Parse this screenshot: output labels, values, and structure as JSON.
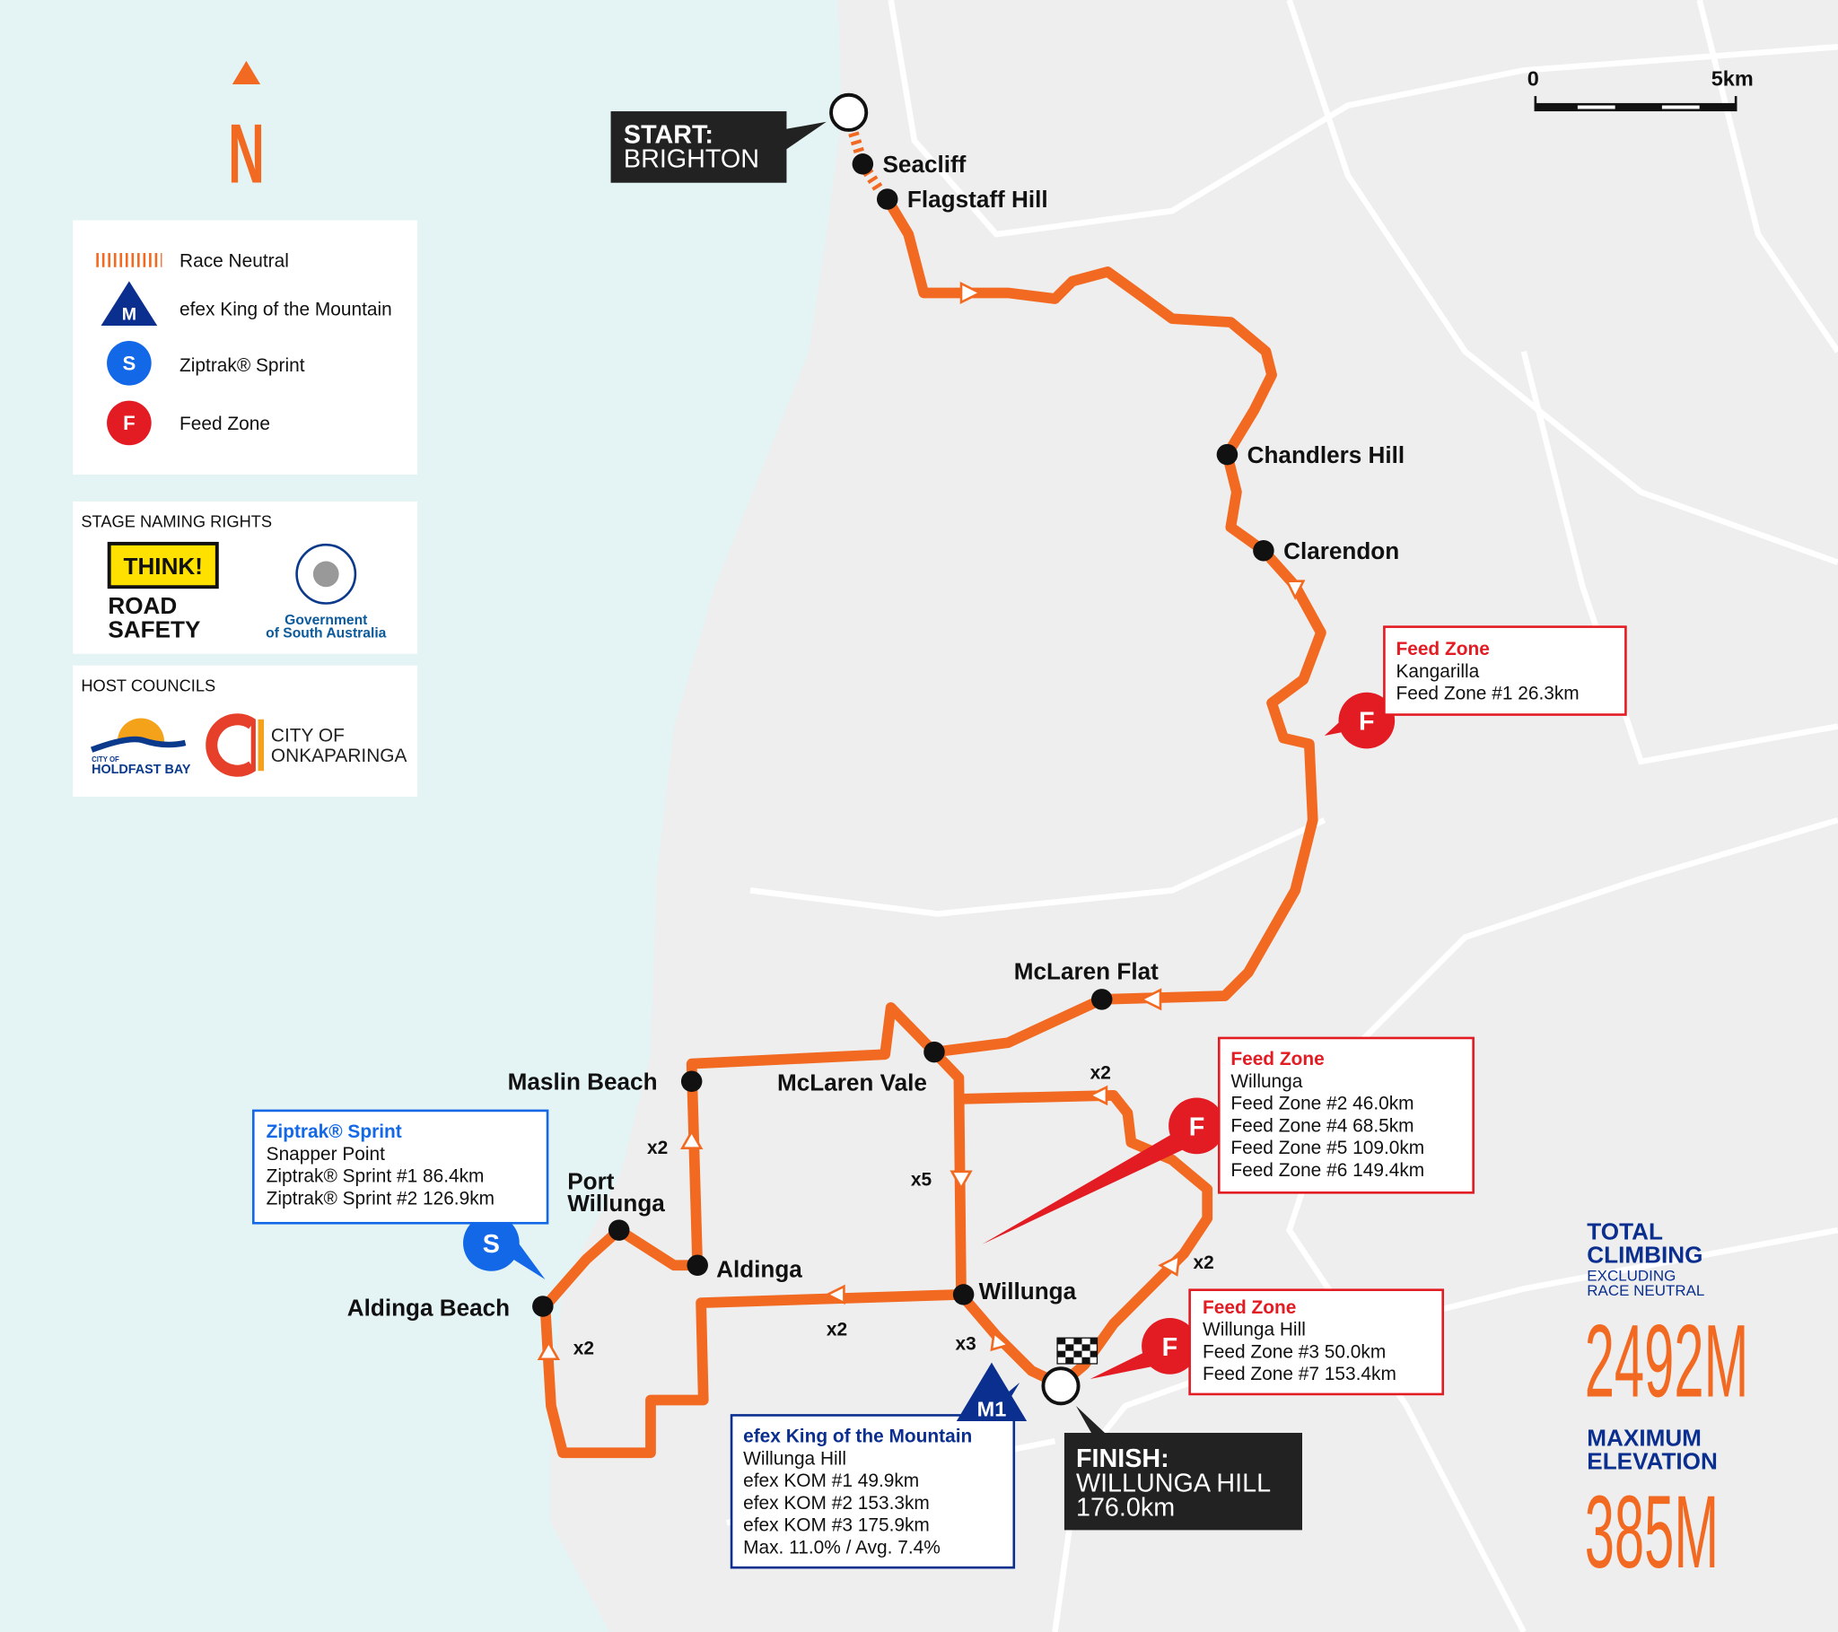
{
  "colors": {
    "route": "#f26a21",
    "kom": "#0b2f8f",
    "sprint": "#1368e8",
    "feed": "#e31b23",
    "sea": "#e4f3f4",
    "land": "#efefef"
  },
  "north": {
    "label": "N"
  },
  "scale": {
    "start": "0",
    "end": "5km"
  },
  "legend": {
    "items": [
      {
        "icon": "race-neutral-dashes",
        "label": "Race Neutral"
      },
      {
        "icon": "kom-triangle-icon",
        "glyph": "M",
        "label": "efex King of the Mountain"
      },
      {
        "icon": "sprint-circle-icon",
        "glyph": "S",
        "label": "Ziptrak® Sprint"
      },
      {
        "icon": "feed-circle-icon",
        "glyph": "F",
        "label": "Feed Zone"
      }
    ]
  },
  "naming_rights": {
    "title": "STAGE NAMING RIGHTS",
    "think": "THINK!",
    "road": "ROAD",
    "safety": "SAFETY",
    "gov1": "Government",
    "gov2": "of South Australia"
  },
  "host_councils": {
    "title": "HOST COUNCILS",
    "holdfast_small": "CITY OF",
    "holdfast": "HOLDFAST BAY",
    "onka1": "CITY OF",
    "onka2": "ONKAPARINGA"
  },
  "start": {
    "line1": "START:",
    "line2": "BRIGHTON"
  },
  "finish": {
    "line1": "FINISH:",
    "line2": "WILLUNGA HILL",
    "line3": "176.0km"
  },
  "places": [
    "Seacliff",
    "Flagstaff Hill",
    "Chandlers Hill",
    "Clarendon",
    "McLaren Flat",
    "McLaren Vale",
    "Maslin Beach",
    "Port",
    "Willunga",
    "Aldinga",
    "Aldinga Beach",
    "Willunga"
  ],
  "counts": [
    "x2",
    "x2",
    "x5",
    "x2",
    "x2",
    "x3",
    "x2"
  ],
  "feed1": {
    "title": "Feed Zone",
    "place": "Kangarilla",
    "lines": [
      "Feed Zone #1  26.3km"
    ]
  },
  "feed2": {
    "title": "Feed Zone",
    "place": "Willunga",
    "lines": [
      "Feed Zone #2  46.0km",
      "Feed Zone #4  68.5km",
      "Feed Zone #5  109.0km",
      "Feed Zone #6  149.4km"
    ]
  },
  "feed3": {
    "title": "Feed Zone",
    "place": "Willunga Hill",
    "lines": [
      "Feed Zone #3  50.0km",
      "Feed Zone #7  153.4km"
    ]
  },
  "sprint": {
    "title": "Ziptrak® Sprint",
    "place": "Snapper Point",
    "lines": [
      "Ziptrak® Sprint #1   86.4km",
      "Ziptrak® Sprint #2  126.9km"
    ],
    "glyph": "S"
  },
  "kom": {
    "title": "efex King of the Mountain",
    "place": "Willunga Hill",
    "lines": [
      "efex KOM #1  49.9km",
      "efex KOM #2  153.3km",
      "efex KOM #3  175.9km",
      "Max. 11.0% / Avg. 7.4%"
    ],
    "glyph": "M1"
  },
  "feed_glyph": "F",
  "stats": {
    "climb_t1": "TOTAL",
    "climb_t2": "CLIMBING",
    "climb_s1": "EXCLUDING",
    "climb_s2": "RACE NEUTRAL",
    "climb_value": "2492M",
    "elev_t1": "MAXIMUM",
    "elev_t2": "ELEVATION",
    "elev_value": "385M"
  }
}
